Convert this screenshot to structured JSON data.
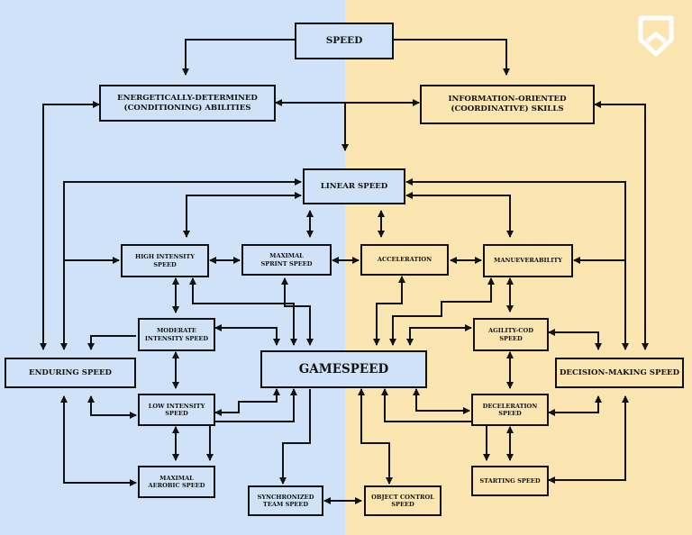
{
  "colors": {
    "left_bg": "#cfe2f7",
    "right_bg": "#fbe5b0",
    "stroke": "#111111",
    "box_fill_left": "#cfe2f7",
    "box_fill_right": "#fbe5b0"
  },
  "logo": {
    "icon": "shield-chevron-icon",
    "color": "#ffffff"
  },
  "nodes": {
    "speed": "SPEED",
    "energetic": "ENERGETICALLY-DETERMINED\n(CONDITIONING) ABILITIES",
    "information": "INFORMATION-ORIENTED\n(COORDINATIVE) SKILLS",
    "linear": "LINEAR SPEED",
    "high_intensity": "HIGH INTENSITY\nSPEED",
    "maximal_sprint": "MAXIMAL\nSPRINT SPEED",
    "acceleration": "ACCELERATION",
    "maneuverability": "MANUEVERABILITY",
    "moderate_intensity": "MODERATE\nINTENSITY SPEED",
    "agility": "AGILITY-COD\nSPEED",
    "enduring": "ENDURING SPEED",
    "gamespeed": "GAMESPEED",
    "decision": "DECISION-MAKING SPEED",
    "low_intensity": "LOW INTENSITY\nSPEED",
    "deceleration": "DECELERATION\nSPEED",
    "maximal_aerobic": "MAXIMAL\nAEROBIC SPEED",
    "starting": "STARTING SPEED",
    "synchronized": "SYNCHRONIZED\nTEAM SPEED",
    "object_control": "OBJECT CONTROL\nSPEED"
  }
}
